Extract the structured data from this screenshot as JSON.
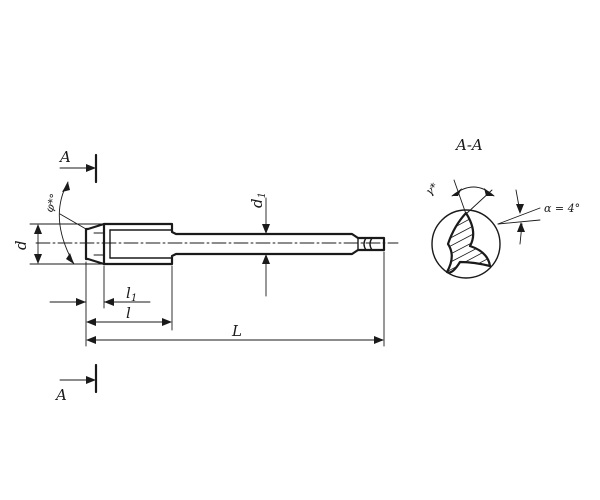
{
  "section": {
    "marker": "A",
    "title": "A-A"
  },
  "dimensions": {
    "d": "d",
    "d1": "d",
    "d1_sub": "1",
    "l1": "l",
    "l1_sub": "1",
    "l": "l",
    "L": "L"
  },
  "angles": {
    "phi": "φ*°",
    "gamma": "γ*",
    "alpha": "α = 4°"
  }
}
